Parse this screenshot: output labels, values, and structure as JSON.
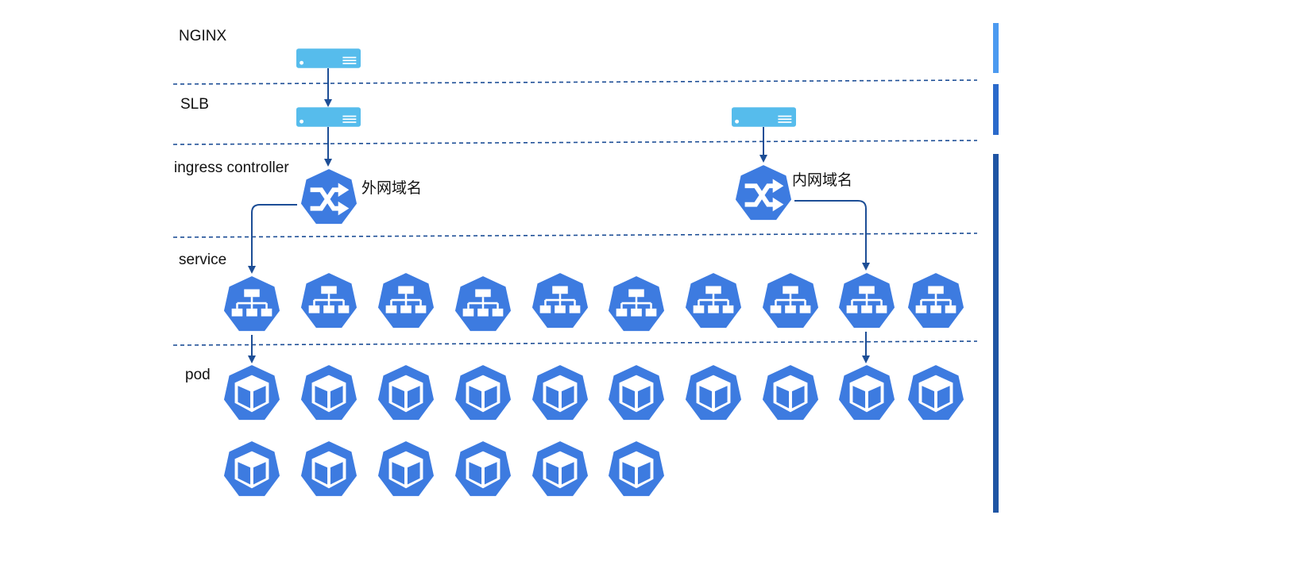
{
  "colors": {
    "k8s_blue": "#3D7BE0",
    "server_blue": "#56BCEC",
    "arrow": "#1D4E96",
    "divider": "#1D4E96",
    "bar_light": "#4C9AF0",
    "bar_mid": "#2B6ACB",
    "bar_dark": "#1F55A4",
    "text": "#111111"
  },
  "layers": {
    "nginx": "NGINX",
    "slb": "SLB",
    "ingress": "ingress controller",
    "service": "service",
    "pod": "pod"
  },
  "domains": {
    "external": "外网域名",
    "internal": "内网域名"
  },
  "icons": {
    "server": "server-icon",
    "ingress": "ingress-icon",
    "service": "service-icon",
    "pod": "pod-icon"
  },
  "counts": {
    "services": 10,
    "pods": 16
  }
}
